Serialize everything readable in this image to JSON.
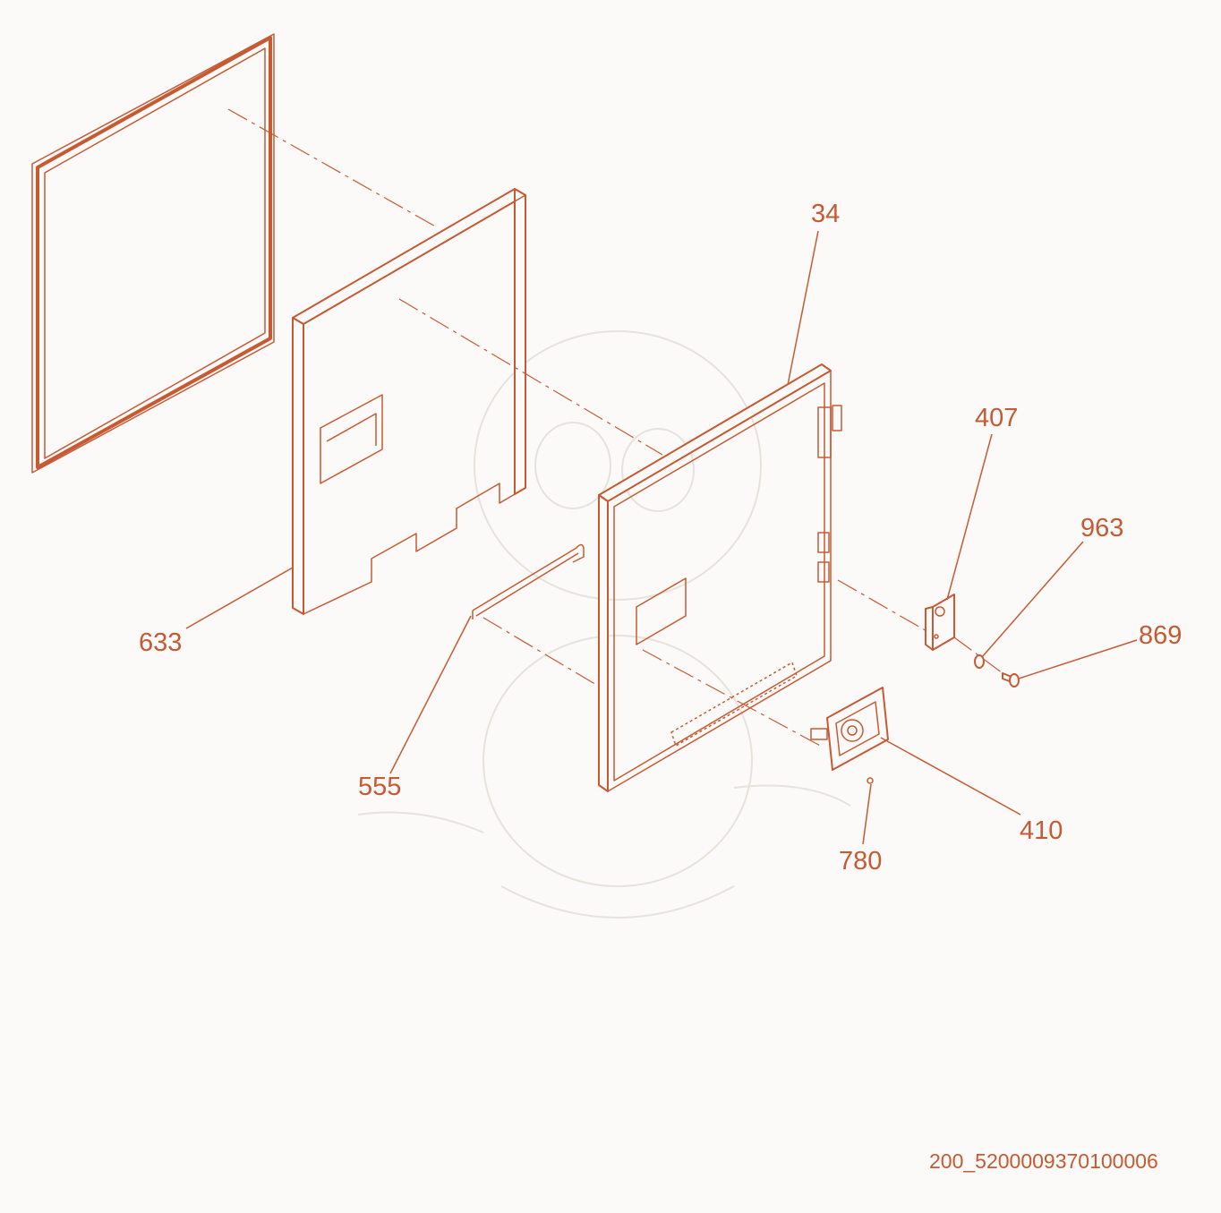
{
  "diagram": {
    "callouts": [
      {
        "id": "34",
        "label": "34"
      },
      {
        "id": "407",
        "label": "407"
      },
      {
        "id": "963",
        "label": "963"
      },
      {
        "id": "869",
        "label": "869"
      },
      {
        "id": "633",
        "label": "633"
      },
      {
        "id": "555",
        "label": "555"
      },
      {
        "id": "410",
        "label": "410"
      },
      {
        "id": "780",
        "label": "780"
      }
    ],
    "document_id": "200_5200009370100006",
    "colors": {
      "line": "#c65a33",
      "background": "#fbfaf8",
      "watermark": "#e6e2dc"
    }
  }
}
